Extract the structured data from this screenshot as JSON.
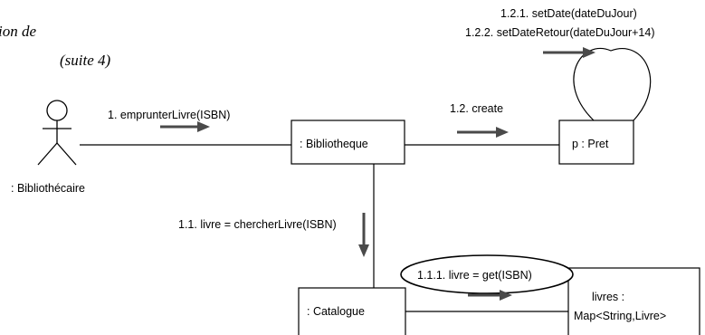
{
  "title": {
    "line1": "ion de",
    "line2": "(suite 4)"
  },
  "actor": {
    "label": ": Bibliothécaire"
  },
  "objects": {
    "bibliotheque": ": Bibliotheque",
    "pret": "p : Pret",
    "catalogue": ": Catalogue",
    "livres_line1": "livres :",
    "livres_line2": "Map<String,Livre>"
  },
  "messages": {
    "m1": "1. emprunterLivre(ISBN)",
    "m11": "1.1. livre = chercherLivre(ISBN)",
    "m111": "1.1.1. livre = get(ISBN)",
    "m12": "1.2. create",
    "m121": "1.2.1. setDate(dateDuJour)",
    "m122": "1.2.2. setDateRetour(dateDuJour+14)"
  },
  "colors": {
    "line": "#000000",
    "arrow": "#4a4a4a",
    "box_border": "#000000"
  }
}
